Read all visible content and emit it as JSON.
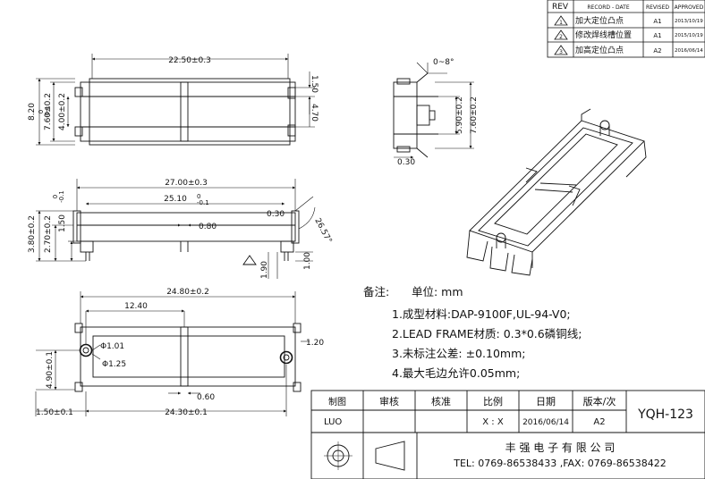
{
  "revision_table": {
    "headers": [
      "REV",
      "RECORD - DATE",
      "REVISED",
      "APPROVED"
    ],
    "rows": [
      {
        "mark": "1",
        "record": "加大定位凸点",
        "revised": "A1",
        "date": "2013/10/19"
      },
      {
        "mark": "2",
        "record": "修改焊线槽位置",
        "revised": "A1",
        "date": "2015/10/19"
      },
      {
        "mark": "3",
        "record": "加高定位凸点",
        "revised": "A2",
        "date": "2016/06/14"
      }
    ]
  },
  "dimensions": {
    "top_view": {
      "overall_length": "22.50±0.3",
      "height_outer": "8.20",
      "height_outer_tol": "0\n-0.1",
      "height_mid": "7.60±0.2",
      "height_inner": "4.00±0.2",
      "right_upper": "1.50",
      "right_lower": "4.70"
    },
    "side_view": {
      "angle": "0~8°",
      "right_height": "7.60±0.2",
      "inner_height": "5.90±0.2",
      "bottom": "0.30"
    },
    "front_view": {
      "overall": "27.00±0.3",
      "inner": "25.10",
      "inner_tol": "0\n-0.1",
      "pin_gap": "0.80",
      "right_offset": "0.30",
      "angle": "26.57°",
      "left_h1": "3.80±0.2",
      "left_h2": "2.70±0.2",
      "left_h3": "1.50",
      "left_h3_tol": "0\n-0.1",
      "bottom_a": "1.90",
      "bottom_b": "1.00"
    },
    "bottom_view": {
      "overall": "24.80±0.2",
      "half": "12.40",
      "hole_a": "Φ1.01",
      "hole_b": "Φ1.25",
      "right_offset": "1.20",
      "height": "4.90±0.1",
      "pin_gap": "0.60",
      "left_offset": "1.50±0.1",
      "pitch": "24.30±0.1"
    }
  },
  "notes": {
    "label": "备注:",
    "unit": "单位: mm",
    "items": [
      "1.成型材料:DAP-9100F,UL-94-V0;",
      "2.LEAD FRAME材质: 0.3*0.6磷铜线;",
      "3.未标注公差: ±0.10mm;",
      "4.最大毛边允许0.05mm;"
    ]
  },
  "title_block": {
    "headers": [
      "制图",
      "审核",
      "核准",
      "比例",
      "日期",
      "版本/次"
    ],
    "values": [
      "LUO",
      "",
      "",
      "X : X",
      "2016/06/14",
      "A2"
    ],
    "part_number": "YQH-123",
    "company": "丰  强  电  子  有  限  公  司",
    "contact": "TEL: 0769-86538433 ,FAX: 0769-86538422"
  }
}
